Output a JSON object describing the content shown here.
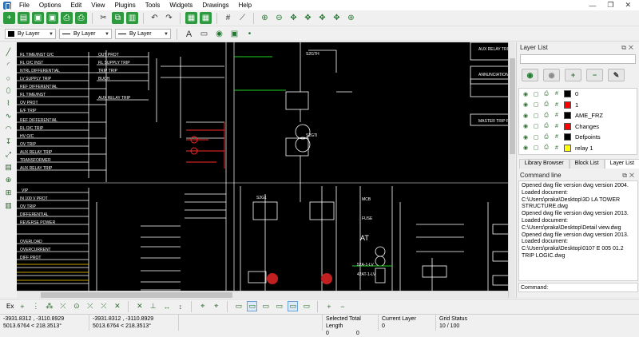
{
  "menu": [
    "File",
    "Options",
    "Edit",
    "View",
    "Plugins",
    "Tools",
    "Widgets",
    "Drawings",
    "Help"
  ],
  "window_controls": [
    "—",
    "❐",
    "✕"
  ],
  "properties": {
    "color": "By Layer",
    "linetype": "By Layer",
    "lineweight": "By Layer"
  },
  "layer_panel": {
    "title": "Layer List",
    "layers": [
      {
        "name": "0",
        "color": "#000000"
      },
      {
        "name": "1",
        "color": "#ff0000"
      },
      {
        "name": "AME_FRZ",
        "color": "#000000"
      },
      {
        "name": "Changes",
        "color": "#ff0000"
      },
      {
        "name": "Defpoints",
        "color": "#000000"
      },
      {
        "name": "relay 1",
        "color": "#ffff00"
      }
    ]
  },
  "tabs": [
    "Library Browser",
    "Block List",
    "Layer List"
  ],
  "command_panel": {
    "title": "Command line",
    "log": [
      "Opened dwg file version dwg version 2004.",
      "Loaded document: C:\\Users\\praka\\Desktop\\3D LA TOWER STRUCTURE.dwg",
      "Opened dwg file version dwg version 2013.",
      "Loaded document: C:\\Users\\praka\\Desktop\\Detail view.dwg",
      "Opened dwg file version dwg version 2013.",
      "Loaded document: C:\\Users\\praka\\Desktop\\0107 E 005 01.2 TRIP LOGIC.dwg"
    ],
    "prompt": "Command:"
  },
  "snap_label": "Ex",
  "status": {
    "coord1_line1": "-3931.8312 , -3110.8929",
    "coord1_line2": "5013.6764 < 218.3513°",
    "coord2_line1": "-3931.8312 , -3110.8929",
    "coord2_line2": "5013.6764 < 218.3513°",
    "selected_label": "Selected Total Length",
    "selected_value": "0",
    "selected_value2": "0",
    "current_layer_label": "Current Layer",
    "current_layer_value": "0",
    "grid_label": "Grid Status",
    "grid_value": "10 / 100"
  },
  "drawing_text": {
    "at": "AT",
    "fuse": "FUSE",
    "mcb": "MCB",
    "vip": "VIP",
    "label_52a": "52A-1-LV",
    "label_42at": "42AT-1-LV",
    "s2gth": "S2GTH",
    "s2gti": "S2GTI",
    "s2g1": "S2G1",
    "master_trip": "MASTER TRIP R",
    "aux_relay": "AUX RELAY TRIP"
  }
}
